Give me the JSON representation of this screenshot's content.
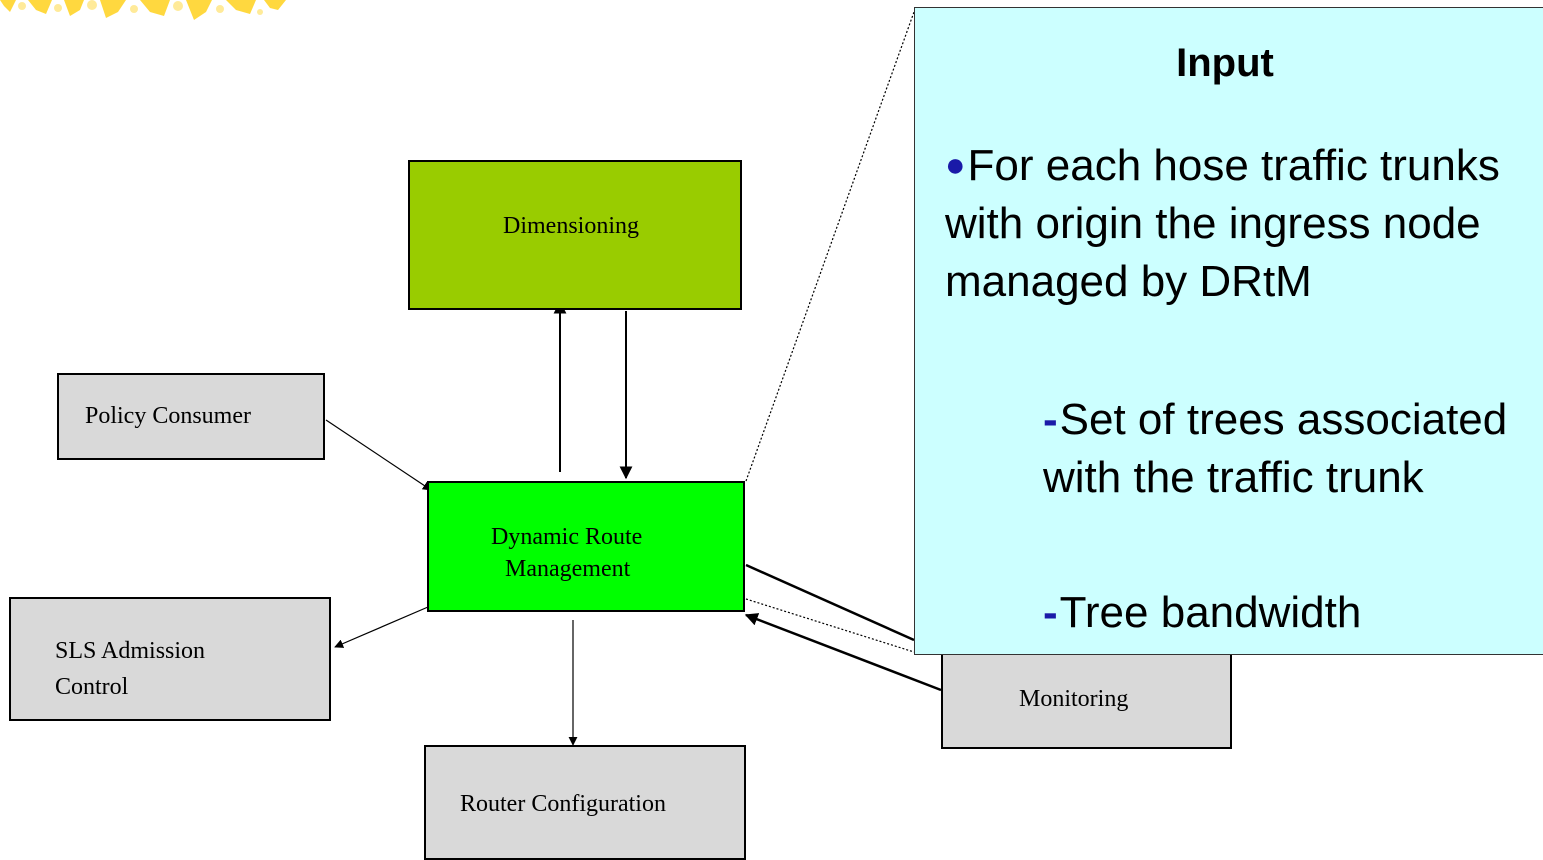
{
  "diagram": {
    "nodes": {
      "dimensioning": "Dimensioning",
      "policy_consumer": "Policy Consumer",
      "drm_line1": "Dynamic Route",
      "drm_line2": "Management",
      "sls_line1": "SLS Admission",
      "sls_line2": "Control",
      "router_configuration": "Router Configuration",
      "monitoring": "Monitoring"
    },
    "colors": {
      "dimensioning": "#99cc00",
      "drm": "#00ff00",
      "peripheral": "#d9d9d9",
      "callout": "#ccffff",
      "bullet": "#1a1aa8"
    }
  },
  "callout": {
    "title": "Input",
    "bullet_icon": "●",
    "bullet_text": "For each hose traffic trunks with origin the ingress node managed by DRtM",
    "sub_icon": "-",
    "sub_items": [
      "Set of trees associated  with the traffic trunk",
      "Tree bandwidth"
    ]
  }
}
